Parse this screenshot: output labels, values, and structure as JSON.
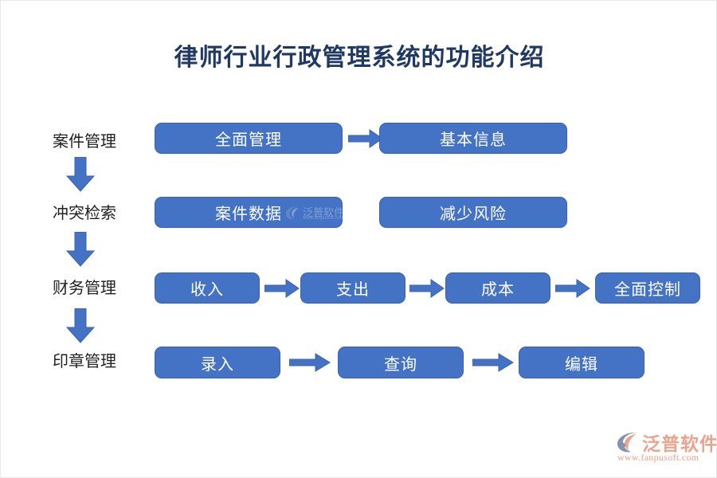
{
  "page": {
    "title": "律师行业行政管理系统的功能介绍",
    "title_color": "#203864",
    "background": "#ffffff",
    "box_fill": "#4472C4",
    "box_border": "#3A62AE",
    "box_text_color": "#FFFFFF",
    "arrow_color": "#4472C4",
    "logo_color": "#E8A48C"
  },
  "stages": [
    {
      "label": "案件管理"
    },
    {
      "label": "冲突检索"
    },
    {
      "label": "财务管理"
    },
    {
      "label": "印章管理"
    }
  ],
  "flow_rows": [
    {
      "stage": "案件管理",
      "boxes": [
        "全面管理",
        "基本信息"
      ],
      "arrows": [
        "right-arrow"
      ]
    },
    {
      "stage": "冲突检索",
      "boxes": [
        "案件数据",
        "减少风险"
      ],
      "arrows": []
    },
    {
      "stage": "财务管理",
      "boxes": [
        "收入",
        "支出",
        "成本",
        "全面控制"
      ],
      "arrows": [
        "right-arrow",
        "right-arrow",
        "right-arrow"
      ]
    },
    {
      "stage": "印章管理",
      "boxes": [
        "录入",
        "查询",
        "编辑"
      ],
      "arrows": [
        "right-arrow",
        "right-arrow"
      ]
    }
  ],
  "stage_arrows": [
    {
      "icon": "down-arrow"
    },
    {
      "icon": "down-arrow"
    },
    {
      "icon": "down-arrow"
    }
  ],
  "watermark": {
    "text": "泛普软件",
    "url": "www.fanpusoft.com"
  },
  "logo": {
    "name": "泛普软件",
    "url": "www.fanpusoft.com",
    "icon": "fanpu-swoosh-icon"
  }
}
